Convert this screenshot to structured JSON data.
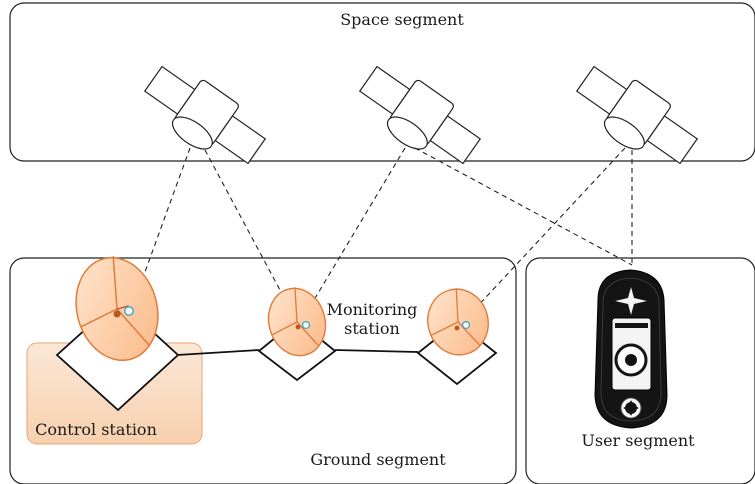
{
  "labels": {
    "space_segment": "Space segment",
    "monitoring_station_line1": "Monitoring",
    "monitoring_station_line2": "station",
    "control_station": "Control station",
    "ground_segment": "Ground segment",
    "user_segment": "User segment"
  },
  "colors": {
    "dish_fill": "#fcc9a0",
    "dish_stroke": "#e07b39",
    "control_box_fill": "#fde3cc",
    "line": "#1a1a1a",
    "feed_dot": "#b55a22",
    "receiver_ring": "#3aa7c8"
  },
  "icons": {
    "satellite": "satellite-icon",
    "dish": "satellite-dish-icon",
    "receiver": "gps-receiver-icon"
  }
}
